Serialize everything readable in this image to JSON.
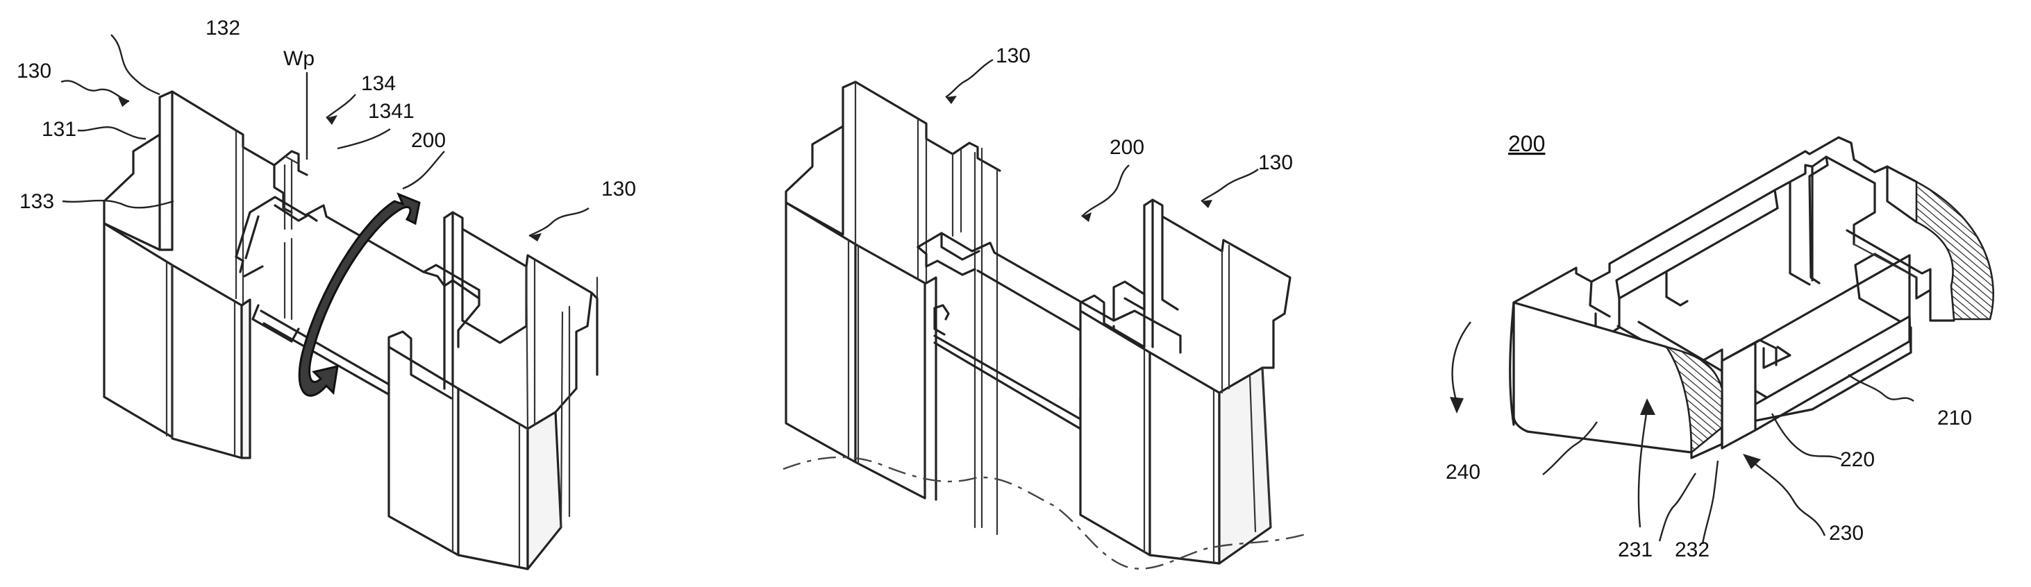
{
  "labels": {
    "fig1": {
      "l130a": "130",
      "l132": "132",
      "lwp": "Wp",
      "l134": "134",
      "l1341": "1341",
      "l131": "131",
      "l200": "200",
      "l133": "133",
      "l130b": "130"
    },
    "fig2": {
      "l130a": "130",
      "l200": "200",
      "l130b": "130"
    },
    "fig3": {
      "title": "200",
      "l210": "210",
      "l220": "220",
      "l240": "240",
      "l230": "230",
      "l231": "231",
      "l232": "232"
    }
  },
  "colors": {
    "line": "#222222",
    "rotation_arrow": "#3b3b3b",
    "background": "#ffffff"
  }
}
